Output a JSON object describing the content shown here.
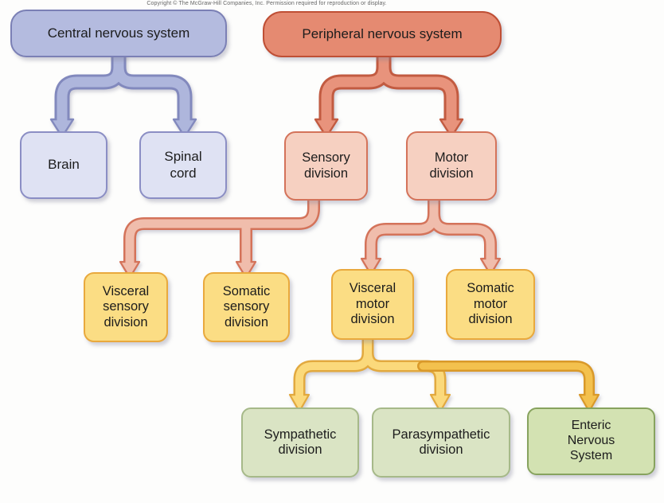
{
  "figure": {
    "copyright": "Copyright © The McGraw-Hill Companies, Inc. Permission required for reproduction or display."
  },
  "nodes": {
    "cns": {
      "label": "Central nervous system"
    },
    "pns": {
      "label": "Peripheral nervous system"
    },
    "brain": {
      "label": "Brain"
    },
    "spinal_cord": {
      "label": "Spinal\ncord"
    },
    "sensory_division": {
      "label": "Sensory\ndivision"
    },
    "motor_division": {
      "label": "Motor\ndivision"
    },
    "visceral_sensory_division": {
      "label": "Visceral\nsensory\ndivision"
    },
    "somatic_sensory_division": {
      "label": "Somatic\nsensory\ndivision"
    },
    "visceral_motor_division": {
      "label": "Visceral\nmotor\ndivision"
    },
    "somatic_motor_division": {
      "label": "Somatic\nmotor\ndivision"
    },
    "sympathetic_division": {
      "label": "Sympathetic\ndivision"
    },
    "parasympathetic_division": {
      "label": "Parasympathetic\ndivision"
    },
    "enteric_nervous_system": {
      "label": "Enteric\nNervous\nSystem"
    }
  },
  "edges": [
    {
      "from": "Central nervous system",
      "to": "Brain"
    },
    {
      "from": "Central nervous system",
      "to": "Spinal cord"
    },
    {
      "from": "Peripheral nervous system",
      "to": "Sensory division"
    },
    {
      "from": "Peripheral nervous system",
      "to": "Motor division"
    },
    {
      "from": "Sensory division",
      "to": "Visceral sensory division"
    },
    {
      "from": "Sensory division",
      "to": "Somatic sensory division"
    },
    {
      "from": "Motor division",
      "to": "Visceral motor division"
    },
    {
      "from": "Motor division",
      "to": "Somatic motor division"
    },
    {
      "from": "Visceral motor division",
      "to": "Sympathetic division"
    },
    {
      "from": "Visceral motor division",
      "to": "Parasympathetic division"
    },
    {
      "from": "Visceral motor division",
      "to": "Enteric Nervous System"
    }
  ],
  "colors": {
    "cns_fill": "#b4bbdf",
    "cns_border": "#7b80b5",
    "cns_child_fill": "#dfe2f3",
    "cns_child_border": "#8b8ec4",
    "cns_connector_fill": "#aeb6dc",
    "cns_connector_outline": "#8289bd",
    "pns_fill": "#e58a71",
    "pns_border": "#bf4f35",
    "pns_connector_fill": "#e8937c",
    "pns_connector_outline": "#c25b41",
    "division_fill": "#f6d0c1",
    "division_border": "#d4735a",
    "division_connector_fill": "#f0bdac",
    "yellow_fill": "#fbdd84",
    "yellow_border": "#e9a93d",
    "yellow_connector_fill": "#fbd97b",
    "yellow_connector_outline": "#e2a93f",
    "gold_connector_fill": "#f3c14e",
    "gold_connector_outline": "#d9992a",
    "green_fill": "#dae4c4",
    "green_border": "#a6b989",
    "enteric_fill": "#d3e2b2",
    "enteric_border": "#87a35e",
    "text": "#1c1c1c"
  }
}
